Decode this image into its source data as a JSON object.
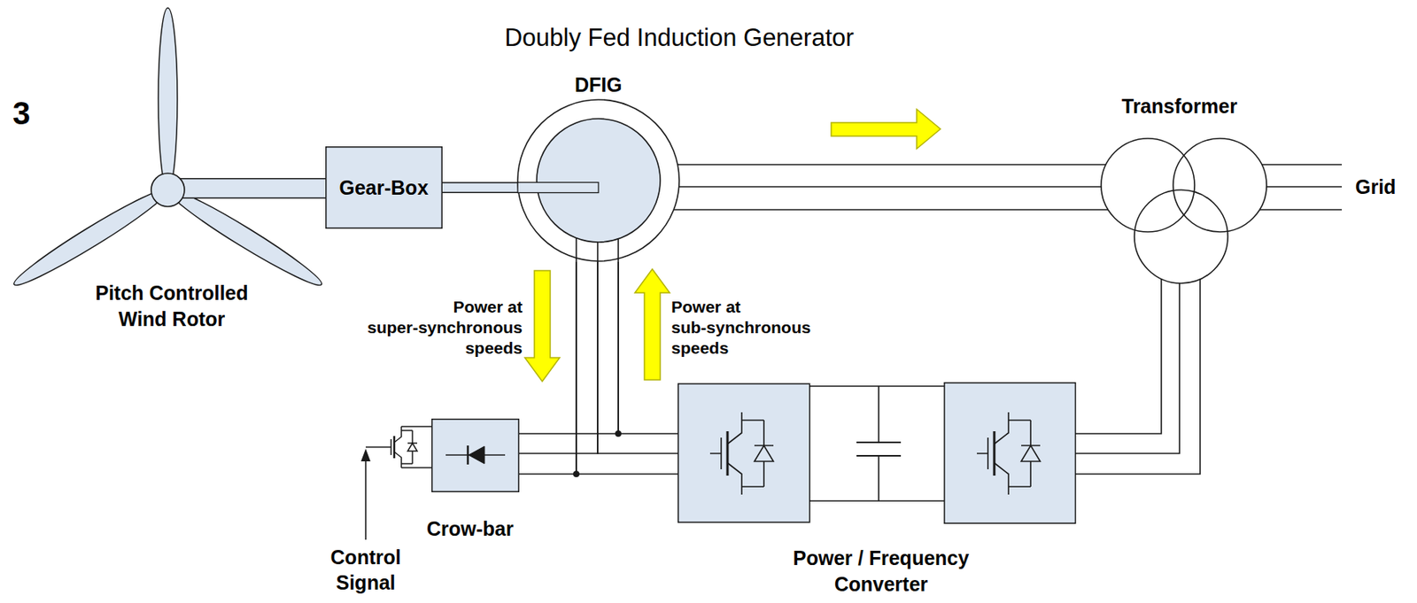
{
  "diagram": {
    "title": "Doubly Fed Induction Generator",
    "nodes": [
      {
        "text": [
          "Pitch Controlled Wind Rotor"
        ]
      },
      {
        "text": [
          "Gear-Box"
        ]
      },
      {
        "text": [
          "DFIG"
        ]
      },
      {
        "text": [
          "Transformer"
        ]
      },
      {
        "text": [
          "Crow-bar"
        ]
      },
      {
        "text": [
          "Power / Frequency Converter"
        ]
      }
    ],
    "edges": [
      {
        "from": 0,
        "to": 1,
        "arrow": "none"
      },
      {
        "from": 1,
        "to": 2,
        "arrow": "none"
      },
      {
        "from": 2,
        "to": 3,
        "arrow": "none"
      },
      {
        "from": 2,
        "to": 4,
        "arrow": "none"
      },
      {
        "from": 2,
        "to": 5,
        "arrow": "none"
      },
      {
        "from": 5,
        "to": 3,
        "arrow": "none"
      }
    ],
    "labels": [
      "3",
      "Grid",
      "Control Signal",
      "Power at super-synchronous speeds",
      "Power at sub-synchronous speeds"
    ]
  }
}
